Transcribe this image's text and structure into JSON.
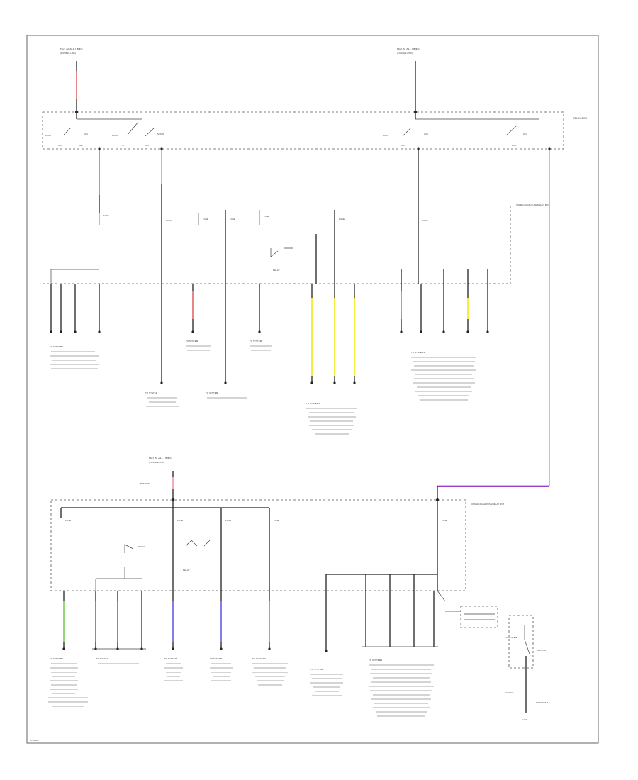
{
  "diagram": {
    "labels": {
      "top_left_source": "HOT AT ALL TIMES",
      "top_right_source": "HOT AT ALL TIMES",
      "relay_box": "RELAY BOX",
      "fuse_relay_box_upper": "UNDER-HOOD FUSE/RELAY BOX",
      "fuse_relay_box_lower": "UNDER-DASH FUSE/RELAY BOX",
      "bottom_source": "HOT AT ALL TIMES",
      "battery": "BATTERY",
      "ground": "G101",
      "footer_id": "W-D0001"
    },
    "wire_colors": {
      "red": "#e06a6a",
      "green": "#86d46b",
      "pink": "#ef9aa6",
      "yellow": "#f2ec2a",
      "blue": "#7272e4",
      "purple": "#9a3fc7",
      "black": "#222222"
    }
  }
}
